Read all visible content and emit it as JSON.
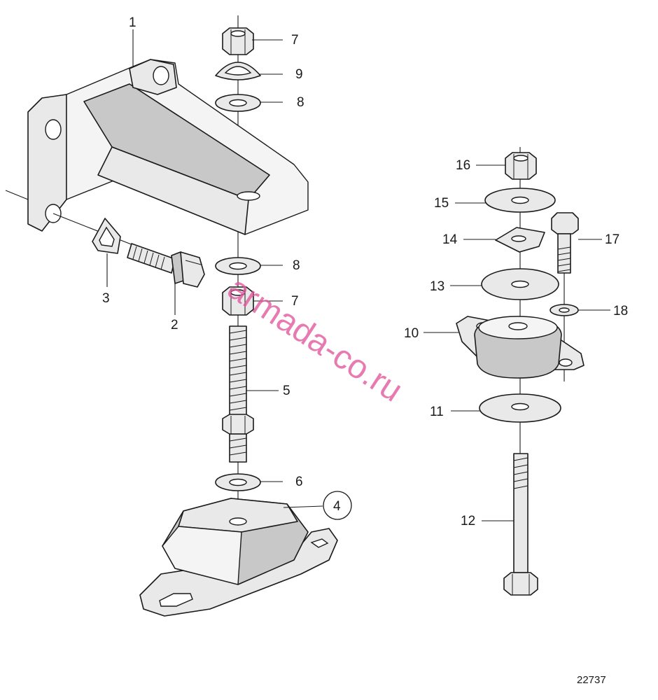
{
  "callouts": {
    "c1": "1",
    "c2": "2",
    "c3": "3",
    "c4": "4",
    "c5": "5",
    "c6": "6",
    "c7a": "7",
    "c7b": "7",
    "c8a": "8",
    "c8b": "8",
    "c9": "9",
    "c10": "10",
    "c11": "11",
    "c12": "12",
    "c13": "13",
    "c14": "14",
    "c15": "15",
    "c16": "16",
    "c17": "17",
    "c18": "18"
  },
  "figure_number": "22737",
  "watermark": "armada-co.ru",
  "colors": {
    "line": "#1a1a1a",
    "watermark": "#e0559a",
    "fill": "#e9e9e9"
  }
}
